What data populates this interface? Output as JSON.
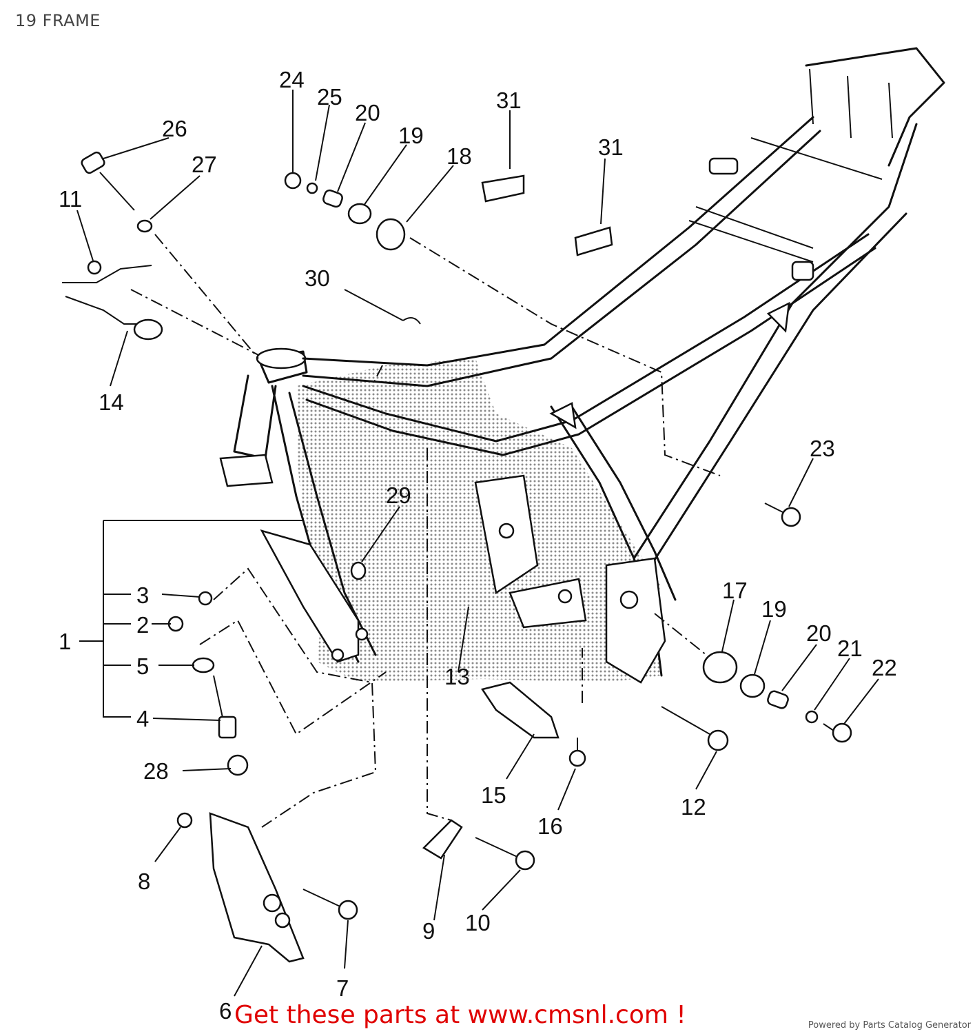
{
  "title": "19 FRAME",
  "promo_text": "Get these parts at www.cmsnl.com !",
  "powered_by": "Powered by Parts Catalog Generator",
  "callouts": [
    "1",
    "2",
    "3",
    "4",
    "5",
    "6",
    "7",
    "8",
    "9",
    "10",
    "11",
    "12",
    "13",
    "14",
    "15",
    "16",
    "17",
    "18",
    "19",
    "19",
    "20",
    "20",
    "21",
    "22",
    "23",
    "24",
    "25",
    "26",
    "27",
    "28",
    "29",
    "30",
    "31",
    "31"
  ],
  "colors": {
    "promo": "#e00000",
    "line": "#111111",
    "shade": "#bdbdbd"
  }
}
